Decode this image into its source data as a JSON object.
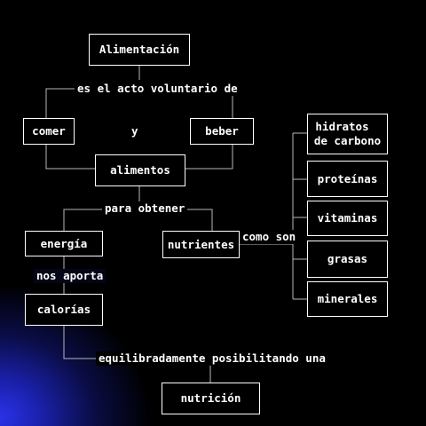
{
  "concept_map": {
    "nodes": {
      "alimentacion": "Alimentación",
      "comer": "comer",
      "beber": "beber",
      "alimentos": "alimentos",
      "energia": "energía",
      "nutrientes": "nutrientes",
      "calorias": "calorías",
      "nutricion": "nutrición",
      "hidratos_line1": "hidratos",
      "hidratos_line2": "de carbono",
      "proteinas": "proteínas",
      "vitaminas": "vitaminas",
      "grasas": "grasas",
      "minerales": "minerales"
    },
    "links": {
      "acto_voluntario": "es el acto voluntario de",
      "y": "y",
      "para_obtener": "para obtener",
      "como_son": "como son",
      "nos_aporta": "nos aporta",
      "equilibradamente": "equilibradamente posibilitando una"
    }
  },
  "colors": {
    "background": "#000000",
    "text": "#ffffff",
    "line": "#b8b8b8",
    "glow": "#2a32e8"
  }
}
